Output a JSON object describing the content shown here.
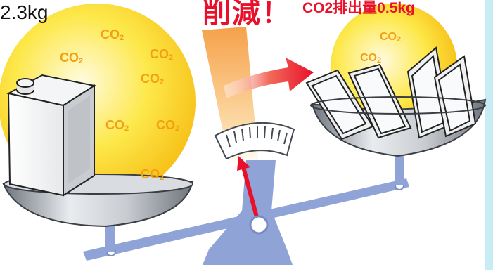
{
  "texts": {
    "left_weight": "2.3kg",
    "headline": "削減！",
    "emission_label": "CO2排出量0.5kg"
  },
  "co2_badge": {
    "main": "CO",
    "sub": "2"
  },
  "colors": {
    "red": "#e8102a",
    "yellow": "#fce23a",
    "co2_text": "#f2a012",
    "beam_blue": "#8fa3d6",
    "pan_gray": "#9aa0a8",
    "bar_orange": "#f6a94a"
  }
}
